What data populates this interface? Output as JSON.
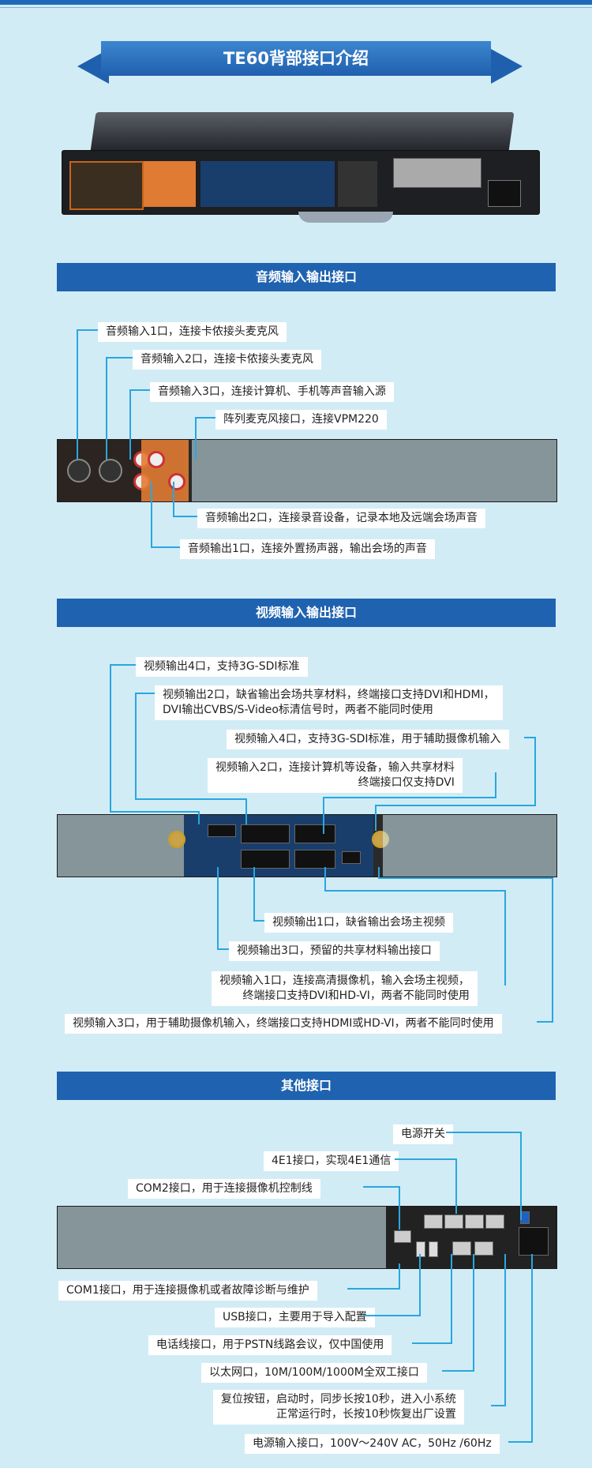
{
  "page": {
    "title": "TE60背部接口介绍"
  },
  "sections": {
    "audio": {
      "title": "音频输入输出接口",
      "labels": [
        "音频输入1口，连接卡侬接头麦克风",
        "音频输入2口，连接卡侬接头麦克风",
        "音频输入3口，连接计算机、手机等声音输入源",
        "阵列麦克风接口，连接VPM220",
        "音频输出2口，连接录音设备，记录本地及远端会场声音",
        "音频输出1口，连接外置扬声器，输出会场的声音"
      ]
    },
    "video": {
      "title": "视频输入输出接口",
      "labels": [
        "视频输出4口，支持3G-SDI标准",
        "视频输出2口，缺省输出会场共享材料，终端接口支持DVI和HDMI，",
        "DVI输出CVBS/S-Video标清信号时，两者不能同时使用",
        "视频输入4口，支持3G-SDI标准，用于辅助摄像机输入",
        "视频输入2口，连接计算机等设备，输入共享材料",
        "终端接口仅支持DVI",
        "视频输出1口，缺省输出会场主视频",
        "视频输出3口，预留的共享材料输出接口",
        "视频输入1口，连接高清摄像机，输入会场主视频，",
        "终端接口支持DVI和HD-VI，两者不能同时使用",
        "视频输入3口，用于辅助摄像机输入，终端接口支持HDMI或HD-VI，两者不能同时使用"
      ]
    },
    "other": {
      "title": "其他接口",
      "labels": [
        "电源开关",
        "4E1接口，实现4E1通信",
        "COM2接口，用于连接摄像机控制线",
        "COM1接口，用于连接摄像机或者故障诊断与维护",
        "USB接口，主要用于导入配置",
        "电话线接口，用于PSTN线路会议，仅中国使用",
        "以太网口，10M/100M/1000M全双工接口",
        "复位按钮，启动时，同步长按10秒，进入小系统",
        "正常运行时，长按10秒恢复出厂设置",
        "电源输入接口，100V～240V AC，50Hz /60Hz"
      ]
    }
  },
  "colors": {
    "background": "#d2ecf6",
    "banner": "#1f60ae",
    "line": "#2aa6e0"
  }
}
